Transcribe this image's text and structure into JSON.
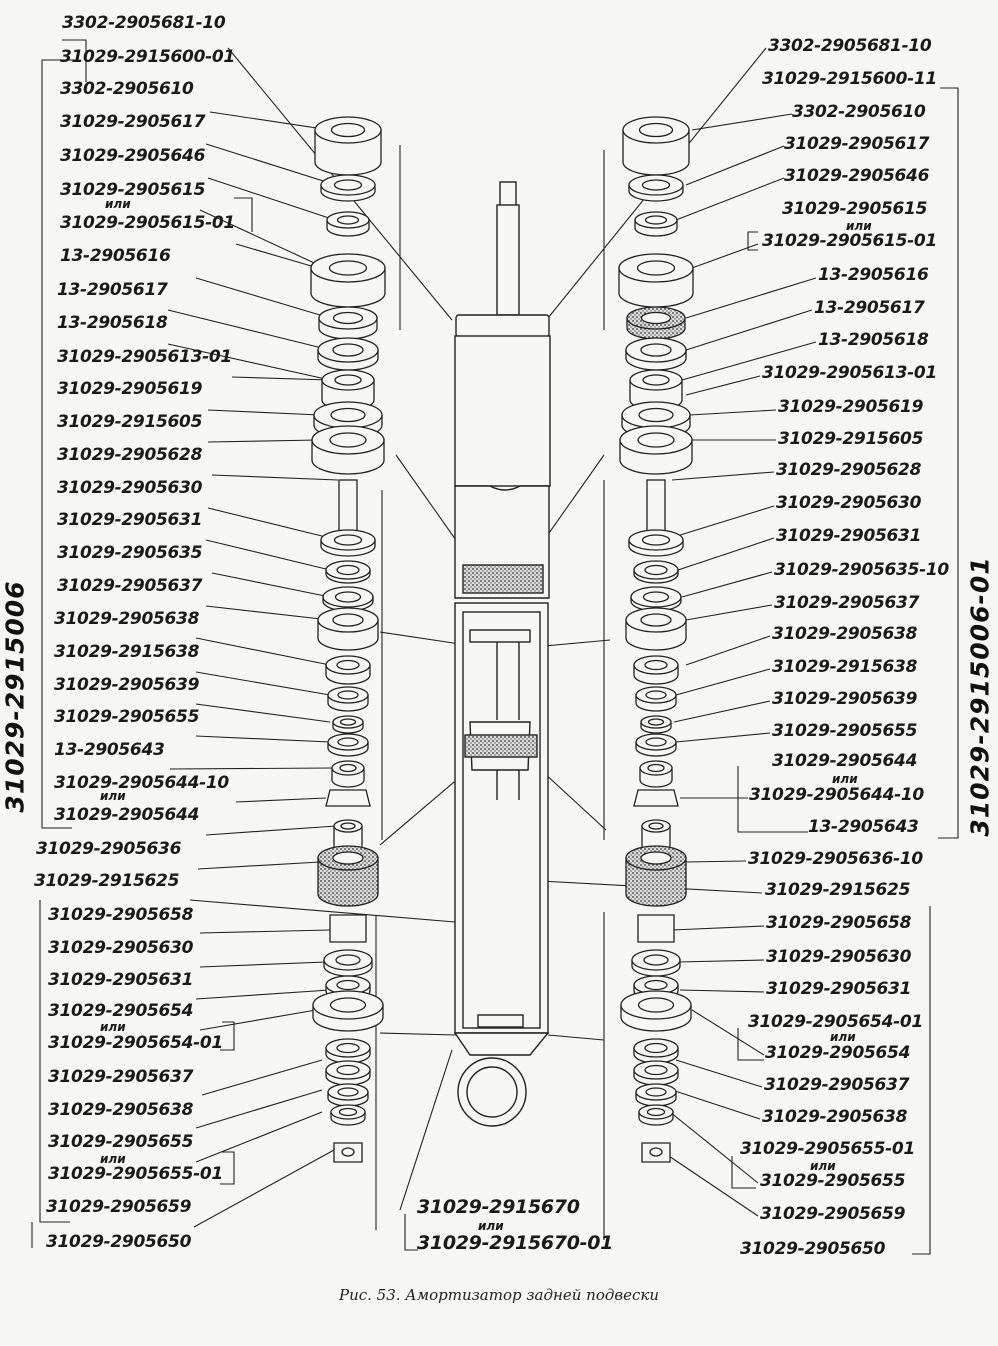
{
  "figure": {
    "caption": "Рис. 53. Амортизатор задней подвески",
    "assembly_left": "31029-2915006",
    "assembly_right": "31029-2915006-01",
    "ili": "или"
  },
  "left_labels": [
    "3302-2905681-10",
    "31029-2915600-01",
    "3302-2905610",
    "31029-2905617",
    "31029-2905646",
    "31029-2905615",
    "31029-2905615-01",
    "13-2905616",
    "13-2905617",
    "13-2905618",
    "31029-2905613-01",
    "31029-2905619",
    "31029-2915605",
    "31029-2905628",
    "31029-2905630",
    "31029-2905631",
    "31029-2905635",
    "31029-2905637",
    "31029-2905638",
    "31029-2915638",
    "31029-2905639",
    "31029-2905655",
    "13-2905643",
    "31029-2905644-10",
    "31029-2905644",
    "31029-2905636",
    "31029-2915625",
    "31029-2905658",
    "31029-2905630",
    "31029-2905631",
    "31029-2905654",
    "31029-2905654-01",
    "31029-2905637",
    "31029-2905638",
    "31029-2905655",
    "31029-2905655-01",
    "31029-2905659",
    "31029-2905650"
  ],
  "right_labels": [
    "3302-2905681-10",
    "31029-2915600-11",
    "3302-2905610",
    "31029-2905617",
    "31029-2905646",
    "31029-2905615",
    "31029-2905615-01",
    "13-2905616",
    "13-2905617",
    "13-2905618",
    "31029-2905613-01",
    "31029-2905619",
    "31029-2915605",
    "31029-2905628",
    "31029-2905630",
    "31029-2905631",
    "31029-2905635-10",
    "31029-2905637",
    "31029-2905638",
    "31029-2915638",
    "31029-2905639",
    "31029-2905655",
    "31029-2905644",
    "31029-2905644-10",
    "13-2905643",
    "31029-2905636-10",
    "31029-2915625",
    "31029-2905658",
    "31029-2905630",
    "31029-2905631",
    "31029-2905654-01",
    "31029-2905654",
    "31029-2905637",
    "31029-2905638",
    "31029-2905655-01",
    "31029-2905655",
    "31029-2905659",
    "31029-2905650"
  ],
  "bottom_labels": [
    "31029-2915670",
    "31029-2915670-01"
  ]
}
